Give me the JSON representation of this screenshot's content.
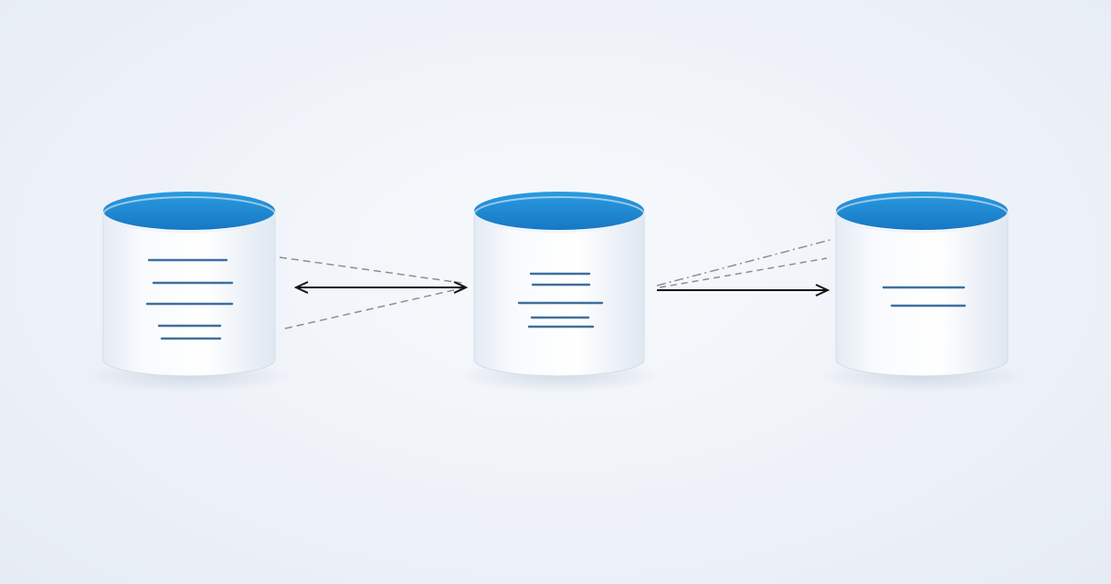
{
  "diagram": {
    "nodes": [
      {
        "id": "db-left",
        "kind": "database-cylinder",
        "top_color": "#1f8fd6",
        "stripe_count": 5
      },
      {
        "id": "db-center",
        "kind": "database-cylinder",
        "top_color": "#1f8fd6",
        "stripe_count": 5
      },
      {
        "id": "db-right",
        "kind": "database-cylinder",
        "top_color": "#1f8fd6",
        "stripe_count": 2
      }
    ],
    "edges": [
      {
        "from": "db-left",
        "to": "db-center",
        "direction": "bidirectional",
        "style": "solid-with-dashed-guides"
      },
      {
        "from": "db-center",
        "to": "db-right",
        "direction": "forward",
        "style": "solid-with-dash-dot-guides"
      }
    ],
    "colors": {
      "cylinder_body": "#ffffff",
      "cylinder_top": "#1f8fd6",
      "stripe": "#3f6f9e",
      "arrow": "#111111",
      "guide_line": "#8a8f96"
    }
  }
}
